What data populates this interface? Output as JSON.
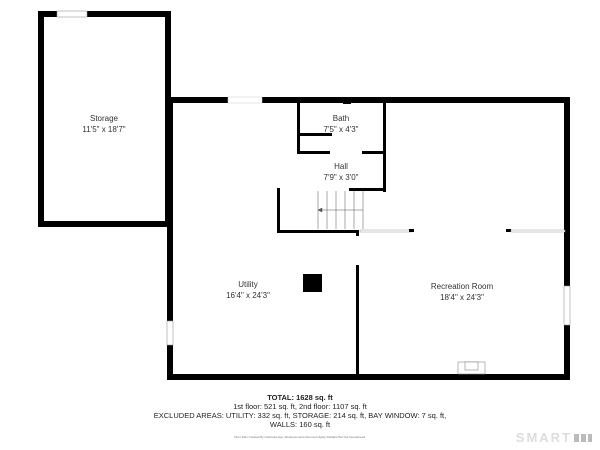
{
  "rooms": {
    "storage": {
      "name": "Storage",
      "size": "11'5\" x 18'7\""
    },
    "bath": {
      "name": "Bath",
      "size": "7'5\" x 4'3\""
    },
    "hall": {
      "name": "Hall",
      "size": "7'9\" x 3'0\""
    },
    "utility": {
      "name": "Utility",
      "size": "16'4\" x 24'3\""
    },
    "recreation": {
      "name": "Recreation Room",
      "size": "18'4\" x 24'3\""
    }
  },
  "summary": {
    "total": "TOTAL: 1628 sq. ft",
    "floors": "1st floor: 521 sq. ft, 2nd floor: 1107 sq. ft",
    "excluded": "EXCLUDED AREAS: UTILITY: 332 sq. ft, STORAGE: 214 sq. ft, BAY WINDOW: 7 sq. ft,",
    "walls": "WALLS: 160 sq. ft",
    "credit": "Floor Plan Created By Cubicasa App. Measurements Deemed Highly Reliable But Not Guaranteed."
  },
  "logo": {
    "text": "SMART"
  }
}
